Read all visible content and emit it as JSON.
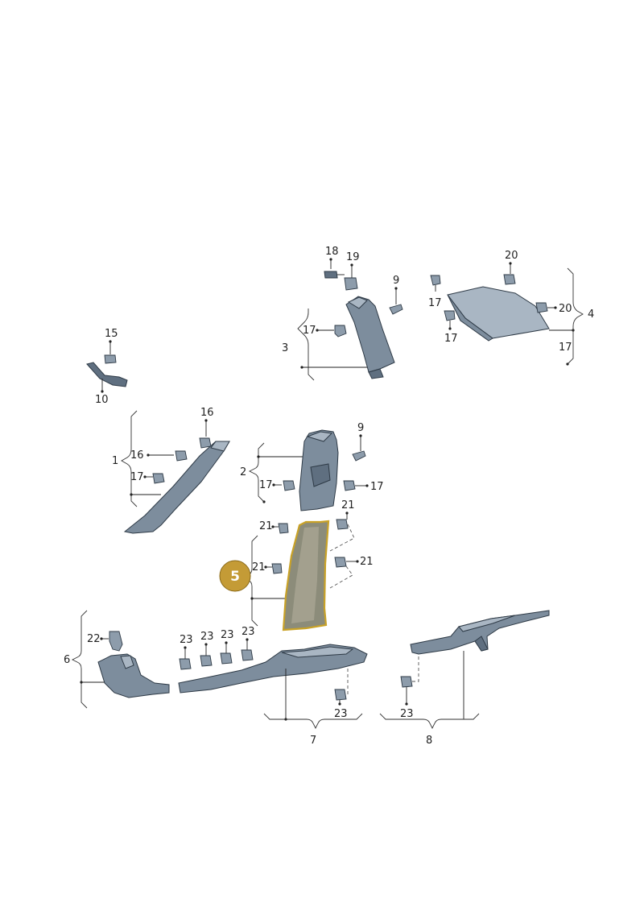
{
  "labels": {
    "l1": "1",
    "l2": "2",
    "l3": "3",
    "l4": "4",
    "l5": "5",
    "l6": "6",
    "l7": "7",
    "l8": "8",
    "l9a": "9",
    "l9b": "9",
    "l10": "10",
    "l15": "15",
    "l16a": "16",
    "l16b": "16",
    "l17a": "17",
    "l17b": "17",
    "l17c": "17",
    "l17d": "17",
    "l17e": "17",
    "l17f": "17",
    "l17g": "17",
    "l18": "18",
    "l19": "19",
    "l20a": "20",
    "l20b": "20",
    "l21a": "21",
    "l21b": "21",
    "l21c": "21",
    "l21d": "21",
    "l22": "22",
    "l23a": "23",
    "l23b": "23",
    "l23c": "23",
    "l23d": "23",
    "l23e": "23",
    "l23f": "23"
  },
  "highlight": {
    "part": "5",
    "color": "#c49b36"
  }
}
